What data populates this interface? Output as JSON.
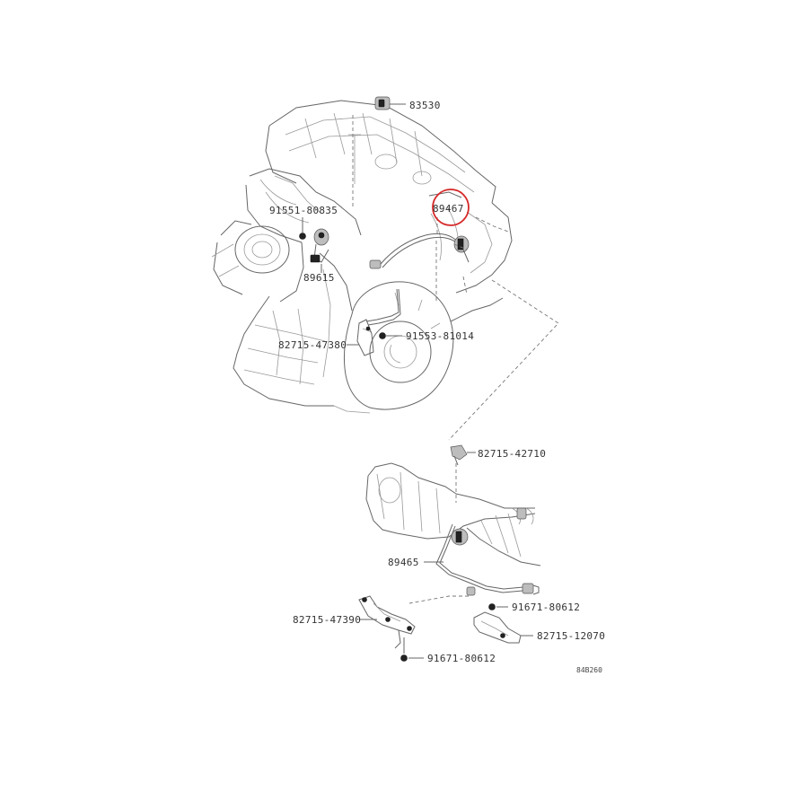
{
  "diagram": {
    "highlight_color": "#d62828",
    "line_color": "#666666",
    "labels": {
      "p83530": "83530",
      "p91551": "91551-80835",
      "p89467": "89467",
      "p89615": "89615",
      "p91553": "91553-81014",
      "p82715_47380": "82715-47380",
      "p82715_42710": "82715-42710",
      "p89465": "89465",
      "p91671_a": "91671-80612",
      "p82715_47390": "82715-47390",
      "p82715_12070": "82715-12070",
      "p91671_b": "91671-80612",
      "figure_code": "84B260"
    }
  }
}
